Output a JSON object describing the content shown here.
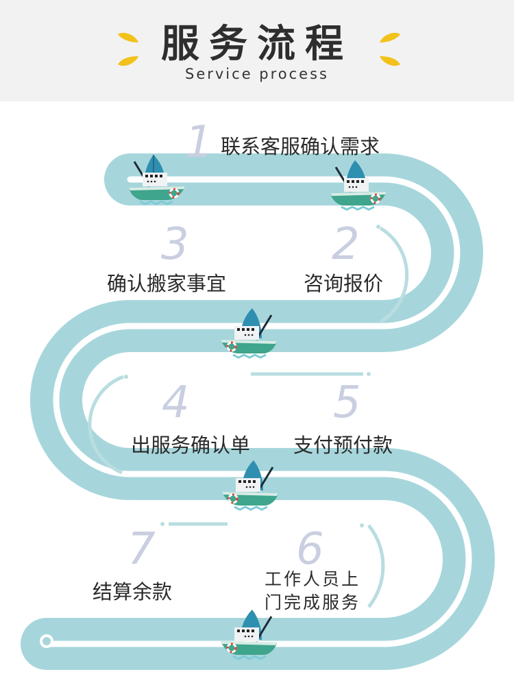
{
  "header": {
    "title": "服务流程",
    "subtitle": "Service process",
    "accent_color": "#f2c21b",
    "background": "#f2f2f2"
  },
  "road": {
    "color": "#a6d6dc",
    "stripe_color": "#ffffff"
  },
  "steps": [
    {
      "number": "1",
      "label": "联系客服确认需求"
    },
    {
      "number": "2",
      "label": "咨询报价"
    },
    {
      "number": "3",
      "label": "确认搬家事宜"
    },
    {
      "number": "4",
      "label": "出服务确认单"
    },
    {
      "number": "5",
      "label": "支付预付款"
    },
    {
      "number": "6",
      "label_line1": "工作人员上",
      "label_line2": "门完成服务"
    },
    {
      "number": "7",
      "label": "结算余款"
    }
  ],
  "icons": {
    "boat": "boat-icon",
    "drop": "yellow-drop-icon"
  }
}
